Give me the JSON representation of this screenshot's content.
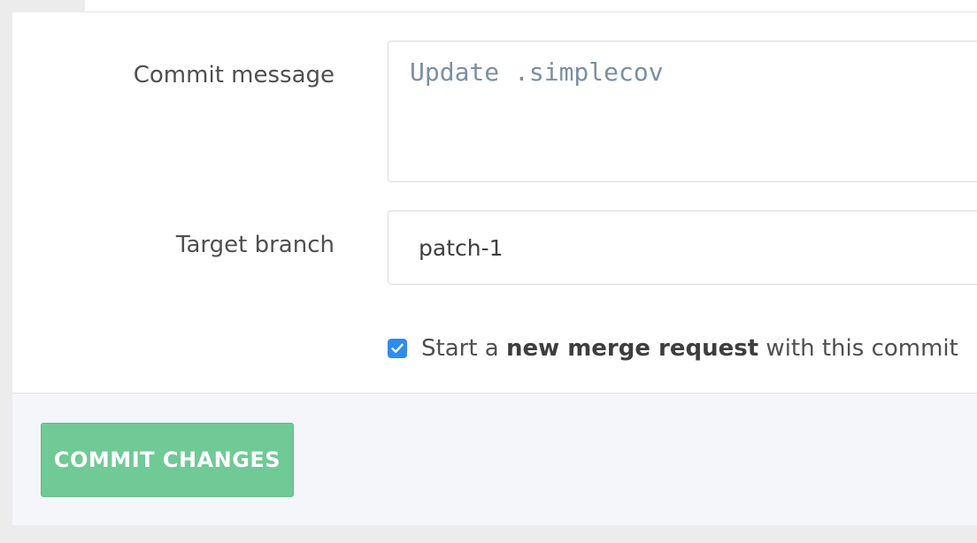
{
  "form": {
    "commit_message_label": "Commit message",
    "commit_message_value": "Update .simplecov",
    "target_branch_label": "Target branch",
    "target_branch_value": "patch-1",
    "merge_request_checkbox": {
      "checked": true,
      "text_before": "Start a ",
      "text_bold": "new merge request",
      "text_after": " with this commit"
    }
  },
  "footer": {
    "commit_button_label": "COMMIT CHANGES"
  },
  "colors": {
    "button_green": "#6fca95",
    "checkbox_blue": "#2d8cf0",
    "footer_bg": "#f4f6fa"
  }
}
